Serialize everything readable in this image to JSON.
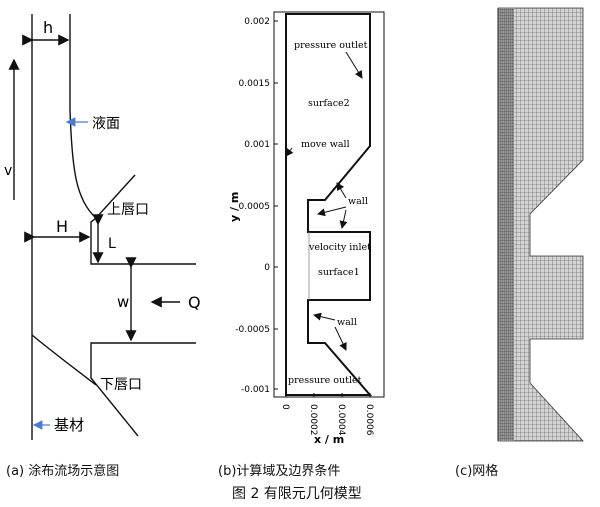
{
  "panel_a": {
    "h": "h",
    "v": "v",
    "liquid_surface": "液面",
    "upper_lip": "上唇口",
    "H": "H",
    "L": "L",
    "w": "w",
    "Q": "Q",
    "lower_lip": "下唇口",
    "substrate": "基材"
  },
  "panel_b": {
    "pressure_outlet_top": "pressure outlet",
    "surface2": "surface2",
    "move_wall": "move wall",
    "wall_upper": "wall",
    "velocity_inlet": "velocity inlet",
    "surface1": "surface1",
    "wall_lower": "wall",
    "pressure_outlet_bottom": "pressure outlet",
    "ylabel": "y / m",
    "xlabel": "x / m",
    "yticks": [
      "0.002",
      "0.0015",
      "0.001",
      "0.0005",
      "0",
      "-0.0005",
      "-0.001"
    ],
    "xticks": [
      "0",
      "0.0002",
      "0.0004",
      "0.0006"
    ]
  },
  "captions": {
    "a": "(a) 涂布流场示意图",
    "b": "(b)计算域及边界条件",
    "c": "(c)网格",
    "figure": "图 2  有限元几何模型"
  }
}
